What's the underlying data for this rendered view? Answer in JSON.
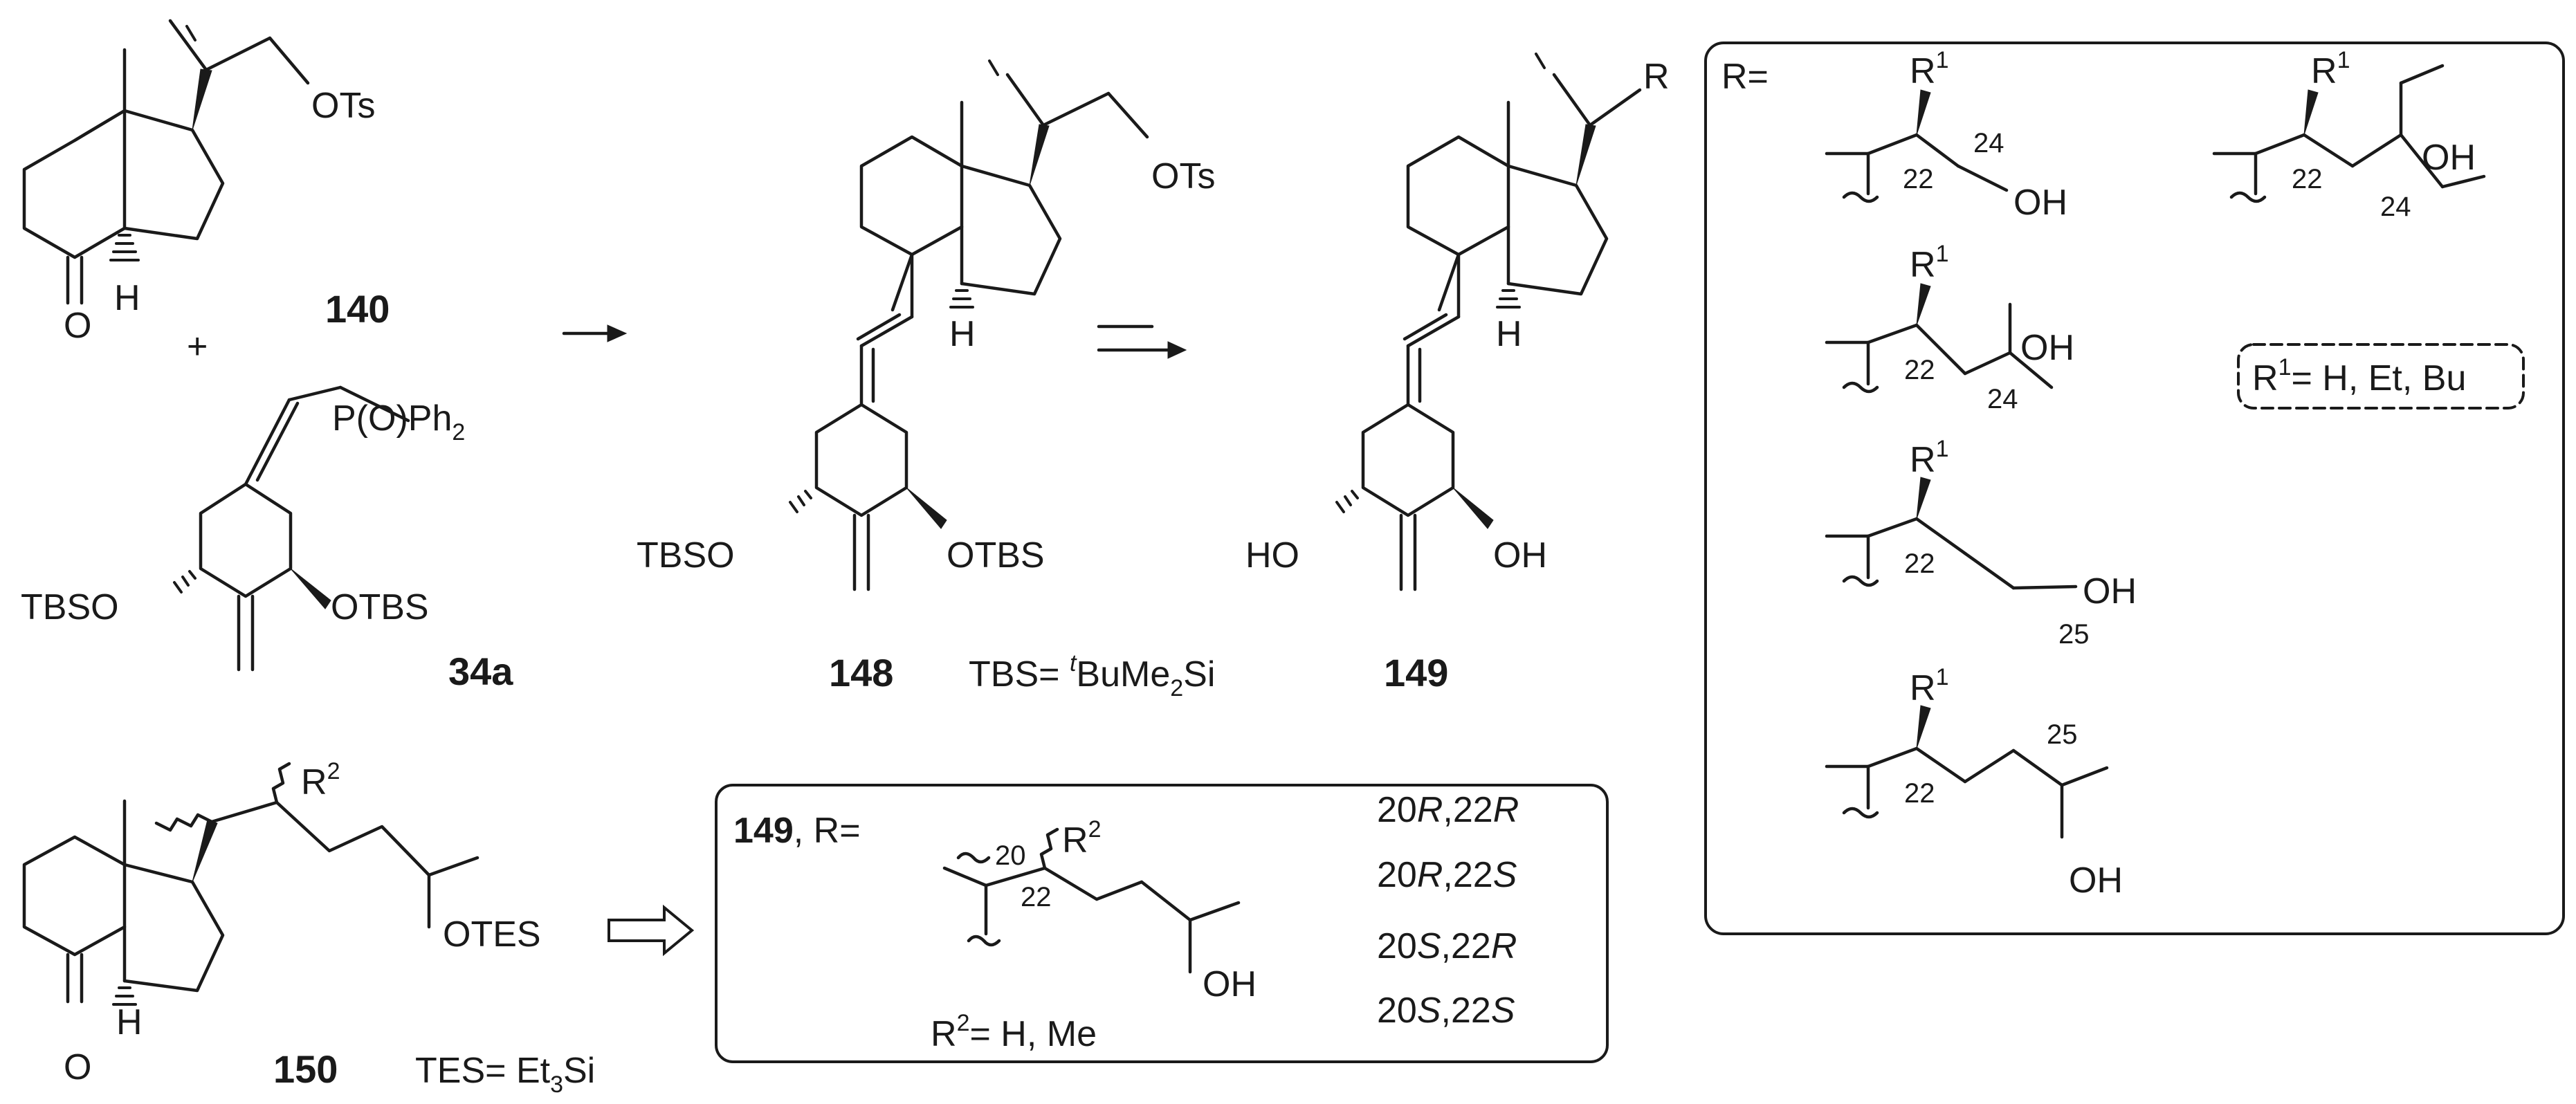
{
  "compounds": {
    "c140": "140",
    "c34a": "34a",
    "c148": "148",
    "c149": "149",
    "c150": "150"
  },
  "groups": {
    "ots": "OTs",
    "h": "H",
    "o": "O",
    "plus": "+",
    "pophph2_main": "P(O)Ph",
    "sub2": "2",
    "tbso": "TBSO",
    "otbs": "OTBS",
    "ho": "HO",
    "oh": "OH",
    "r": "R",
    "otes": "OTES",
    "r2": "R",
    "sup2": "2"
  },
  "definitions": {
    "tbs_prefix": "TBS= ",
    "tbs_t": "t",
    "tbs_mid": "BuMe",
    "tbs_sub": "2",
    "tbs_end": "Si",
    "tes_prefix": "TES= Et",
    "tes_sub": "3",
    "tes_end": "Si"
  },
  "right_box": {
    "header": "R=",
    "r1_label": "R",
    "r1_sup": "1",
    "r1_def_main": "= H, Et, Bu",
    "oh": "OH",
    "n22": "22",
    "n24": "24",
    "n25": "25"
  },
  "lower_box": {
    "lead_bold": "149",
    "lead_rest": ", R=",
    "r2_label": "R",
    "r2_sup": "2",
    "r2_def_main": "= H, Me",
    "oh": "OH",
    "n20": "20",
    "n22": "22",
    "configs": [
      {
        "a": "20",
        "b": "R",
        "c": ",22",
        "d": "R"
      },
      {
        "a": "20",
        "b": "R",
        "c": ",22",
        "d": "S"
      },
      {
        "a": "20",
        "b": "S",
        "c": ",22",
        "d": "R"
      },
      {
        "a": "20",
        "b": "S",
        "c": ",22",
        "d": "S"
      }
    ]
  }
}
